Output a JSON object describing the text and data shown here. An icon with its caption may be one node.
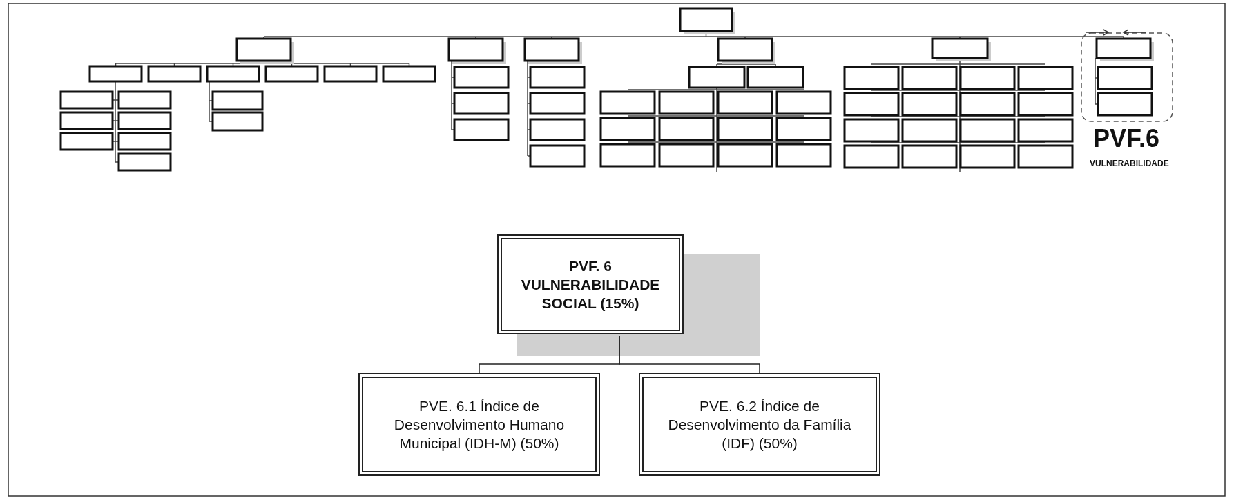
{
  "diagram": {
    "nodes": [
      {
        "text": [],
        "shape": "picture"
      },
      {
        "text": [
          "PVF. 6 VULNERABILIDADE SOCIAL (15%)"
        ]
      },
      {
        "text": [
          "PVE. 6.1 Índice de Desenvolvimento Humano Municipal (IDH-M) (50%)"
        ]
      },
      {
        "text": [
          "PVE. 6.2 Índice de Desenvolvimento da Família (IDF) (50%)"
        ]
      }
    ],
    "edges": [
      {
        "from": 1,
        "to": 2,
        "arrow": "none"
      },
      {
        "from": 1,
        "to": 3,
        "arrow": "none"
      }
    ],
    "labels": [
      "PVF.6",
      "VULNERABILIDADE"
    ]
  }
}
